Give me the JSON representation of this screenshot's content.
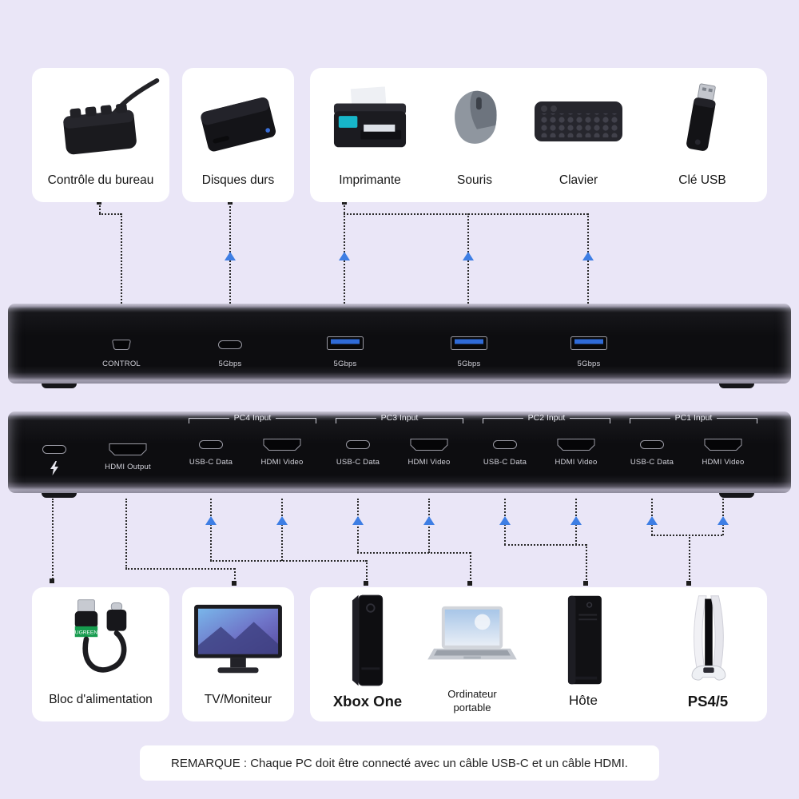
{
  "colors": {
    "background": "#eae6f7",
    "arrow": "#3e7ee4",
    "card": "#ffffff"
  },
  "top_row": {
    "desk_control_label": "Contrôle du bureau",
    "hard_drive_label": "Disques durs",
    "printer_label": "Imprimante",
    "mouse_label": "Souris",
    "keyboard_label": "Clavier",
    "usb_key_label": "Clé USB"
  },
  "front_panel": {
    "control_port_label": "CONTROL",
    "usb_c_port_label": "5Gbps",
    "usb_a_port_labels": [
      "5Gbps",
      "5Gbps",
      "5Gbps"
    ]
  },
  "back_panel": {
    "hdmi_output_label": "HDMI Output",
    "groups": [
      {
        "title": "PC4 Input",
        "usb": "USB-C Data",
        "hdmi": "HDMI Video"
      },
      {
        "title": "PC3 Input",
        "usb": "USB-C Data",
        "hdmi": "HDMI Video"
      },
      {
        "title": "PC2 Input",
        "usb": "USB-C Data",
        "hdmi": "HDMI Video"
      },
      {
        "title": "PC1 Input",
        "usb": "USB-C Data",
        "hdmi": "HDMI Video"
      }
    ]
  },
  "bottom_row": {
    "power_label": "Bloc d'alimentation",
    "power_brand": "UGREEN",
    "tv_label": "TV/Moniteur",
    "xbox_label": "Xbox One",
    "laptop_label": "Ordinateur portable",
    "host_label": "Hôte",
    "ps_label": "PS4/5"
  },
  "note": "REMARQUE : Chaque PC doit être connecté avec un câble USB-C et un câble HDMI."
}
